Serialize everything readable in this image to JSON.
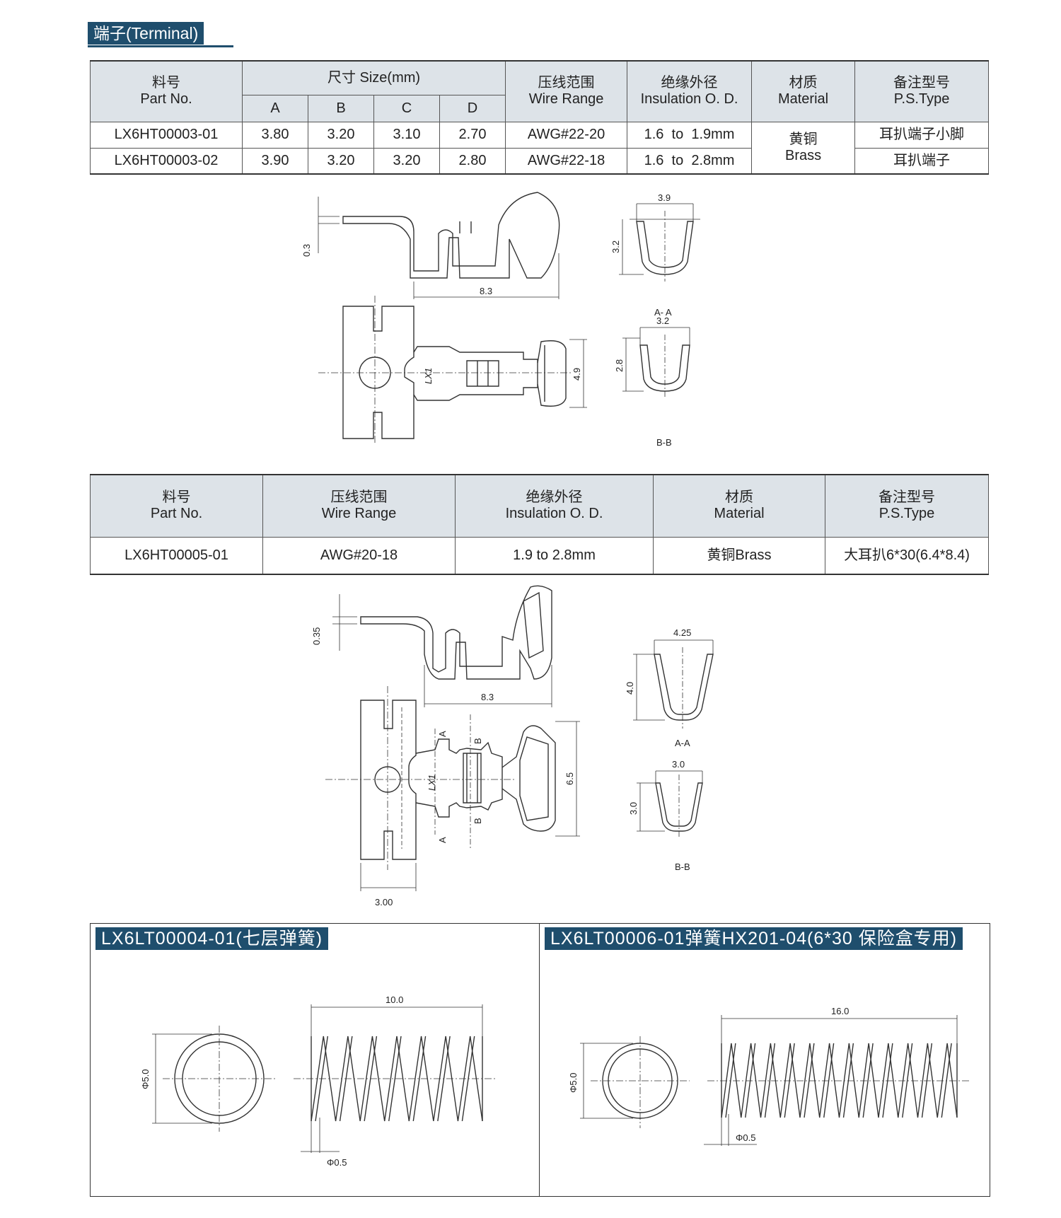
{
  "section": {
    "title": "端子(Terminal)"
  },
  "table1": {
    "headers": {
      "part_no_cn": "料号",
      "part_no_en": "Part No.",
      "size": "尺寸 Size(mm)",
      "a": "A",
      "b": "B",
      "c": "C",
      "d": "D",
      "wire_cn": "压线范围",
      "wire_en": "Wire Range",
      "ins_cn": "绝缘外径",
      "ins_en": "Insulation O. D.",
      "mat_cn": "材质",
      "mat_en": "Material",
      "ps_cn": "备注型号",
      "ps_en": "P.S.Type"
    },
    "rows": [
      {
        "part": "LX6HT00003-01",
        "a": "3.80",
        "b": "3.20",
        "c": "3.10",
        "d": "2.70",
        "wire": "AWG#22-20",
        "ins": "1.6  to  1.9mm",
        "ps": "耳扒端子小脚"
      },
      {
        "part": "LX6HT00003-02",
        "a": "3.90",
        "b": "3.20",
        "c": "3.20",
        "d": "2.80",
        "wire": "AWG#22-18",
        "ins": "1.6  to  2.8mm",
        "ps": "耳扒端子"
      }
    ],
    "material_cn": "黄铜",
    "material_en": "Brass"
  },
  "drawing1": {
    "dim_03": "0.3",
    "dim_83": "8.3",
    "dim_49": "4.9",
    "mark": "LX1",
    "aa_width": "3.9",
    "aa_height": "3.2",
    "aa_label": "A- A",
    "bb_width": "3.2",
    "bb_height": "2.8",
    "bb_label": "B-B"
  },
  "table2": {
    "headers": {
      "part_no_cn": "料号",
      "part_no_en": "Part No.",
      "wire_cn": "压线范围",
      "wire_en": "Wire Range",
      "ins_cn": "绝缘外径",
      "ins_en": "Insulation O. D.",
      "mat_cn": "材质",
      "mat_en": "Material",
      "ps_cn": "备注型号",
      "ps_en": "P.S.Type"
    },
    "row": {
      "part": "LX6HT00005-01",
      "wire": "AWG#20-18",
      "ins": "1.9 to 2.8mm",
      "mat": "黄铜Brass",
      "ps": "大耳扒6*30(6.4*8.4)"
    }
  },
  "drawing2": {
    "dim_035": "0.35",
    "dim_83": "8.3",
    "dim_65": "6.5",
    "dim_300": "3.00",
    "mark": "LX1",
    "cut_a": "A",
    "cut_b": "B",
    "aa_width": "4.25",
    "aa_height": "4.0",
    "aa_label": "A-A",
    "bb_width": "3.0",
    "bb_height": "3.0",
    "bb_label": "B-B"
  },
  "spring1": {
    "title": "LX6LT00004-01(七层弹簧)",
    "length": "10.0",
    "diameter": "Φ5.0",
    "wire": "Φ0.5"
  },
  "spring2": {
    "title": "LX6LT00006-01弹簧HX201-04(6*30 保险盒专用)",
    "length": "16.0",
    "diameter": "Φ5.0",
    "wire": "Φ0.5"
  }
}
